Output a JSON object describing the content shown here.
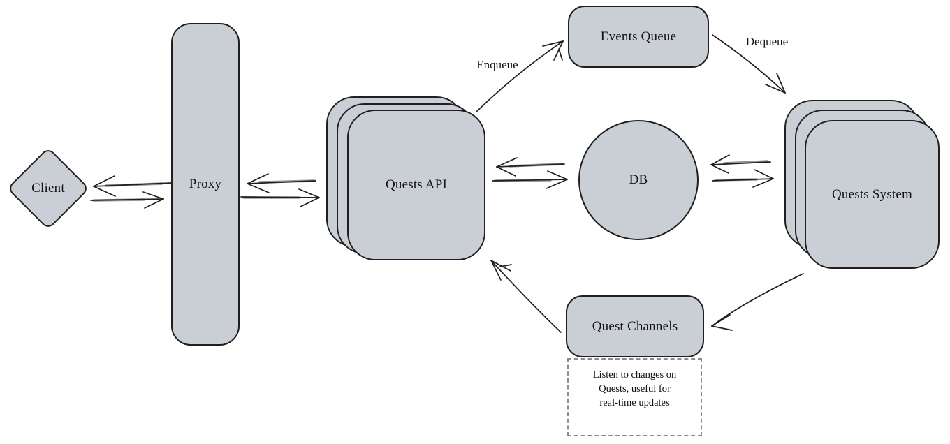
{
  "diagram": {
    "nodes": {
      "client": {
        "label": "Client",
        "shape": "diamond"
      },
      "proxy": {
        "label": "Proxy",
        "shape": "tall-rounded-rect"
      },
      "quests_api": {
        "label": "Quests API",
        "shape": "stacked-rounded-squares"
      },
      "events_queue": {
        "label": "Events Queue",
        "shape": "rounded-rect"
      },
      "db": {
        "label": "DB",
        "shape": "circle"
      },
      "quests_system": {
        "label": "Quests System",
        "shape": "stacked-rounded-squares"
      },
      "quest_channels": {
        "label": "Quest Channels",
        "shape": "rounded-rect"
      }
    },
    "edge_labels": {
      "enqueue": "Enqueue",
      "dequeue": "Dequeue"
    },
    "edges": [
      {
        "from": "client",
        "to": "proxy",
        "type": "bidirectional"
      },
      {
        "from": "proxy",
        "to": "quests_api",
        "type": "bidirectional"
      },
      {
        "from": "quests_api",
        "to": "events_queue",
        "type": "directed",
        "label": "Enqueue"
      },
      {
        "from": "events_queue",
        "to": "quests_system",
        "type": "directed",
        "label": "Dequeue"
      },
      {
        "from": "quests_api",
        "to": "db",
        "type": "bidirectional"
      },
      {
        "from": "db",
        "to": "quests_system",
        "type": "bidirectional"
      },
      {
        "from": "quests_system",
        "to": "quest_channels",
        "type": "directed"
      },
      {
        "from": "quest_channels",
        "to": "quests_api",
        "type": "directed"
      }
    ],
    "note": {
      "lines": [
        "Listen to changes on",
        "Quests, useful for",
        "real-time updates"
      ]
    },
    "colors": {
      "node_fill": "#cacfd6",
      "stroke": "#1f1f1f",
      "note_border": "#8c8c8c",
      "background": "#ffffff"
    }
  }
}
